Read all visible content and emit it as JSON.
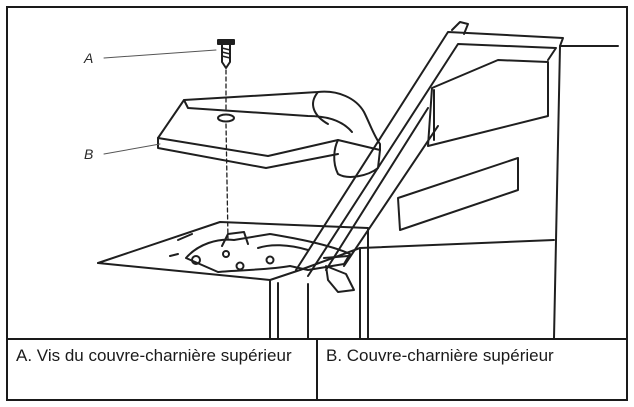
{
  "callouts": {
    "a": "A",
    "b": "B"
  },
  "captions": {
    "a": "A. Vis du couvre-charnière supérieur",
    "b": "B. Couvre-charnière supérieur"
  }
}
